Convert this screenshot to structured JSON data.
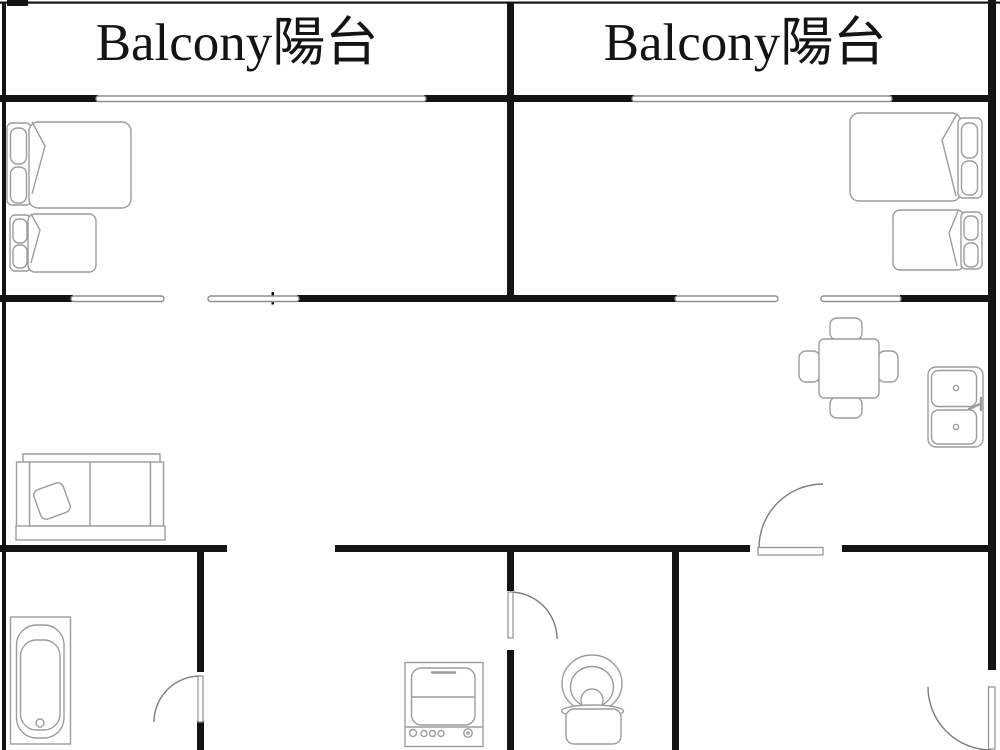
{
  "scene": {
    "type": "apartment-floor-plan"
  },
  "labels": {
    "balcony_left": "Balcony陽台",
    "balcony_right": "Balcony陽台"
  },
  "furniture": [
    "double-bed-left",
    "single-bed-left",
    "double-bed-right",
    "single-bed-right",
    "sofa",
    "dining-table-with-four-chairs",
    "double-basin-sink",
    "bathtub",
    "washing-machine",
    "toilet"
  ],
  "doors": [
    "bathroom-door",
    "toilet-door",
    "entry-door",
    "right-wall-door"
  ],
  "windows": [
    "balcony-window-left",
    "balcony-window-right",
    "sliding-partition-left",
    "sliding-partition-right"
  ],
  "colors": {
    "wall": "#141414",
    "furniture_line": "#9c9c9c",
    "window_line": "#8f8f8f",
    "text": "#141414",
    "background": "#ffffff"
  }
}
